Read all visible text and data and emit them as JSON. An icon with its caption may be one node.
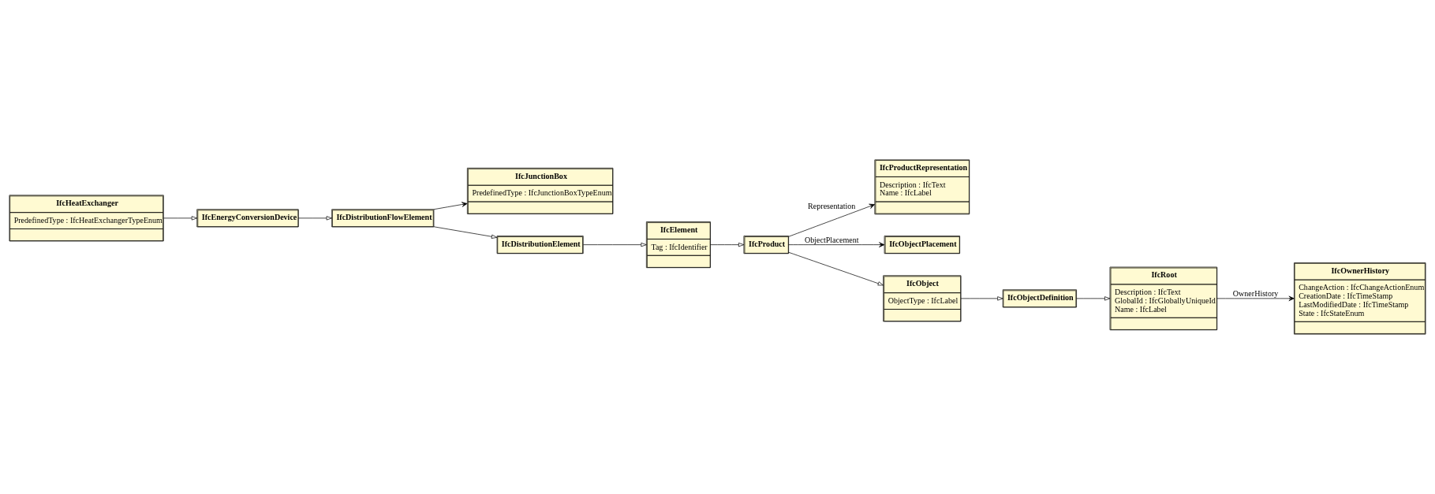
{
  "diagram": {
    "nodes": [
      {
        "text": [
          "IfcHeatExchanger",
          "PredefinedType : IfcHeatExchangerTypeEnum"
        ]
      },
      {
        "text": [
          "IfcEnergyConversionDevice"
        ]
      },
      {
        "text": [
          "IfcJunctionBox",
          "PredefinedType : IfcJunctionBoxTypeEnum"
        ]
      },
      {
        "text": [
          "IfcDistributionFlowElement"
        ]
      },
      {
        "text": [
          "IfcOwnerHistory",
          "ChangeAction : IfcChangeActionEnum",
          "CreationDate : IfcTimeStamp",
          "LastModifiedDate : IfcTimeStamp",
          "State : IfcStateEnum"
        ]
      },
      {
        "text": [
          "IfcProductRepresentation",
          "Description : IfcText",
          "Name : IfcLabel"
        ]
      },
      {
        "text": [
          "IfcDistributionElement"
        ]
      },
      {
        "text": [
          "IfcObjectPlacement"
        ]
      },
      {
        "text": [
          "IfcRoot",
          "Description : IfcText",
          "GlobalId : IfcGloballyUniqueId",
          "Name : IfcLabel"
        ]
      },
      {
        "text": [
          "IfcElement",
          "Tag : IfcIdentifier"
        ]
      },
      {
        "text": [
          "IfcProduct"
        ]
      },
      {
        "text": [
          "IfcObject",
          "ObjectType : IfcLabel"
        ]
      },
      {
        "text": [
          "IfcObjectDefinition"
        ]
      }
    ],
    "edges": [
      {
        "from": 0,
        "to": 1,
        "arrow": "to"
      },
      {
        "from": 1,
        "to": 3,
        "arrow": "to"
      },
      {
        "from": 3,
        "to": 2,
        "arrow": "to"
      },
      {
        "from": 3,
        "to": 6,
        "arrow": "to"
      },
      {
        "from": 6,
        "to": 9,
        "arrow": "to"
      },
      {
        "from": 9,
        "to": 10,
        "arrow": "to"
      },
      {
        "from": 10,
        "to": 7,
        "arrow": "to",
        "label": "ObjectPlacement"
      },
      {
        "from": 10,
        "to": 5,
        "arrow": "to",
        "label": "Representation"
      },
      {
        "from": 10,
        "to": 11,
        "arrow": "to"
      },
      {
        "from": 11,
        "to": 12,
        "arrow": "to"
      },
      {
        "from": 12,
        "to": 8,
        "arrow": "to"
      },
      {
        "from": 8,
        "to": 4,
        "arrow": "to",
        "label": "OwnerHistory"
      }
    ]
  }
}
